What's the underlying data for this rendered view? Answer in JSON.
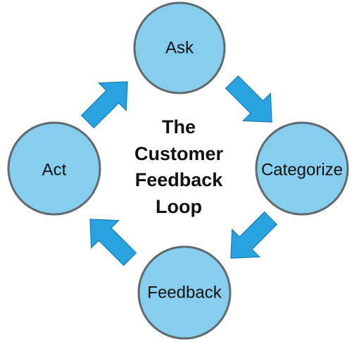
{
  "diagram": {
    "title_lines": [
      "The",
      "Customer",
      "Feedback",
      "Loop"
    ],
    "nodes": {
      "ask": "Ask",
      "categorize": "Categorize",
      "feedback": "Feedback",
      "act": "Act"
    },
    "colors": {
      "node_fill": "#87cdee",
      "node_stroke": "#5f6a6f",
      "arrow": "#29a3df"
    }
  }
}
